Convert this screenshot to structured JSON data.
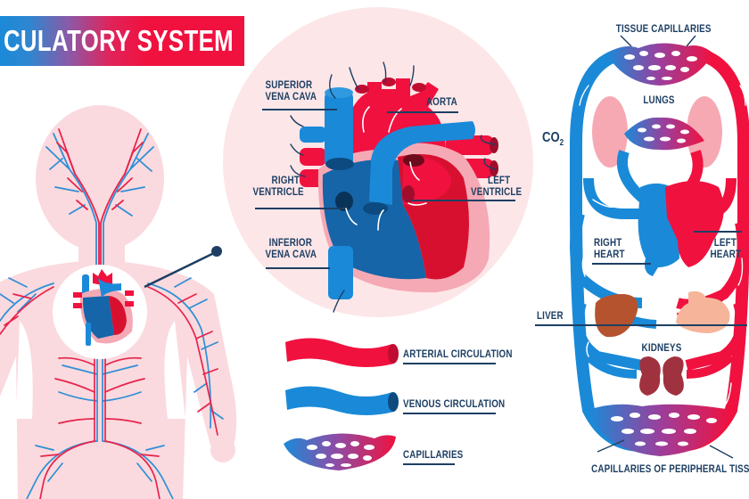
{
  "title": "CULATORY SYSTEM",
  "colors": {
    "artery_red": "#f0113f",
    "vein_blue": "#1a8ad8",
    "dark_blue": "#1565a8",
    "label_navy": "#1d3f63",
    "body_pink": "#fadadf",
    "circle_pink": "#fde6e8",
    "heart_pink": "#f5a9b5",
    "liver_brown": "#b5532e",
    "kidney_maroon": "#a0323f",
    "stomach_peach": "#f6b59b",
    "lung_pink": "#f6a9b3"
  },
  "heart_labels": {
    "superior_vena_cava": [
      "SUPERIOR",
      "VENA CAVA"
    ],
    "aorta": "AORTA",
    "right_ventricle": [
      "RIGHT",
      "VENTRICLE"
    ],
    "left_ventricle": [
      "LEFT",
      "VENTRICLE"
    ],
    "inferior_vena_cava": [
      "INFERIOR",
      "VENA CAVA"
    ]
  },
  "legend": [
    {
      "label": "ARTERIAL CIRCULATION",
      "icon": "artery-tube-icon"
    },
    {
      "label": "VENOUS CIRCULATION",
      "icon": "vein-tube-icon"
    },
    {
      "label": "CAPILLARIES",
      "icon": "capillaries-icon"
    }
  ],
  "circuit_labels": {
    "tissue_capillaries": "TISSUE CAPILLARIES",
    "lungs": "LUNGS",
    "co2": "CO",
    "co2_sub": "2",
    "right_heart": [
      "RIGHT",
      "HEART"
    ],
    "left_heart": [
      "LEFT",
      "HEART"
    ],
    "liver": "LIVER",
    "kidneys": "KIDNEYS",
    "peripheral": "CAPILLARIES OF PERIPHERAL TISSUES"
  }
}
